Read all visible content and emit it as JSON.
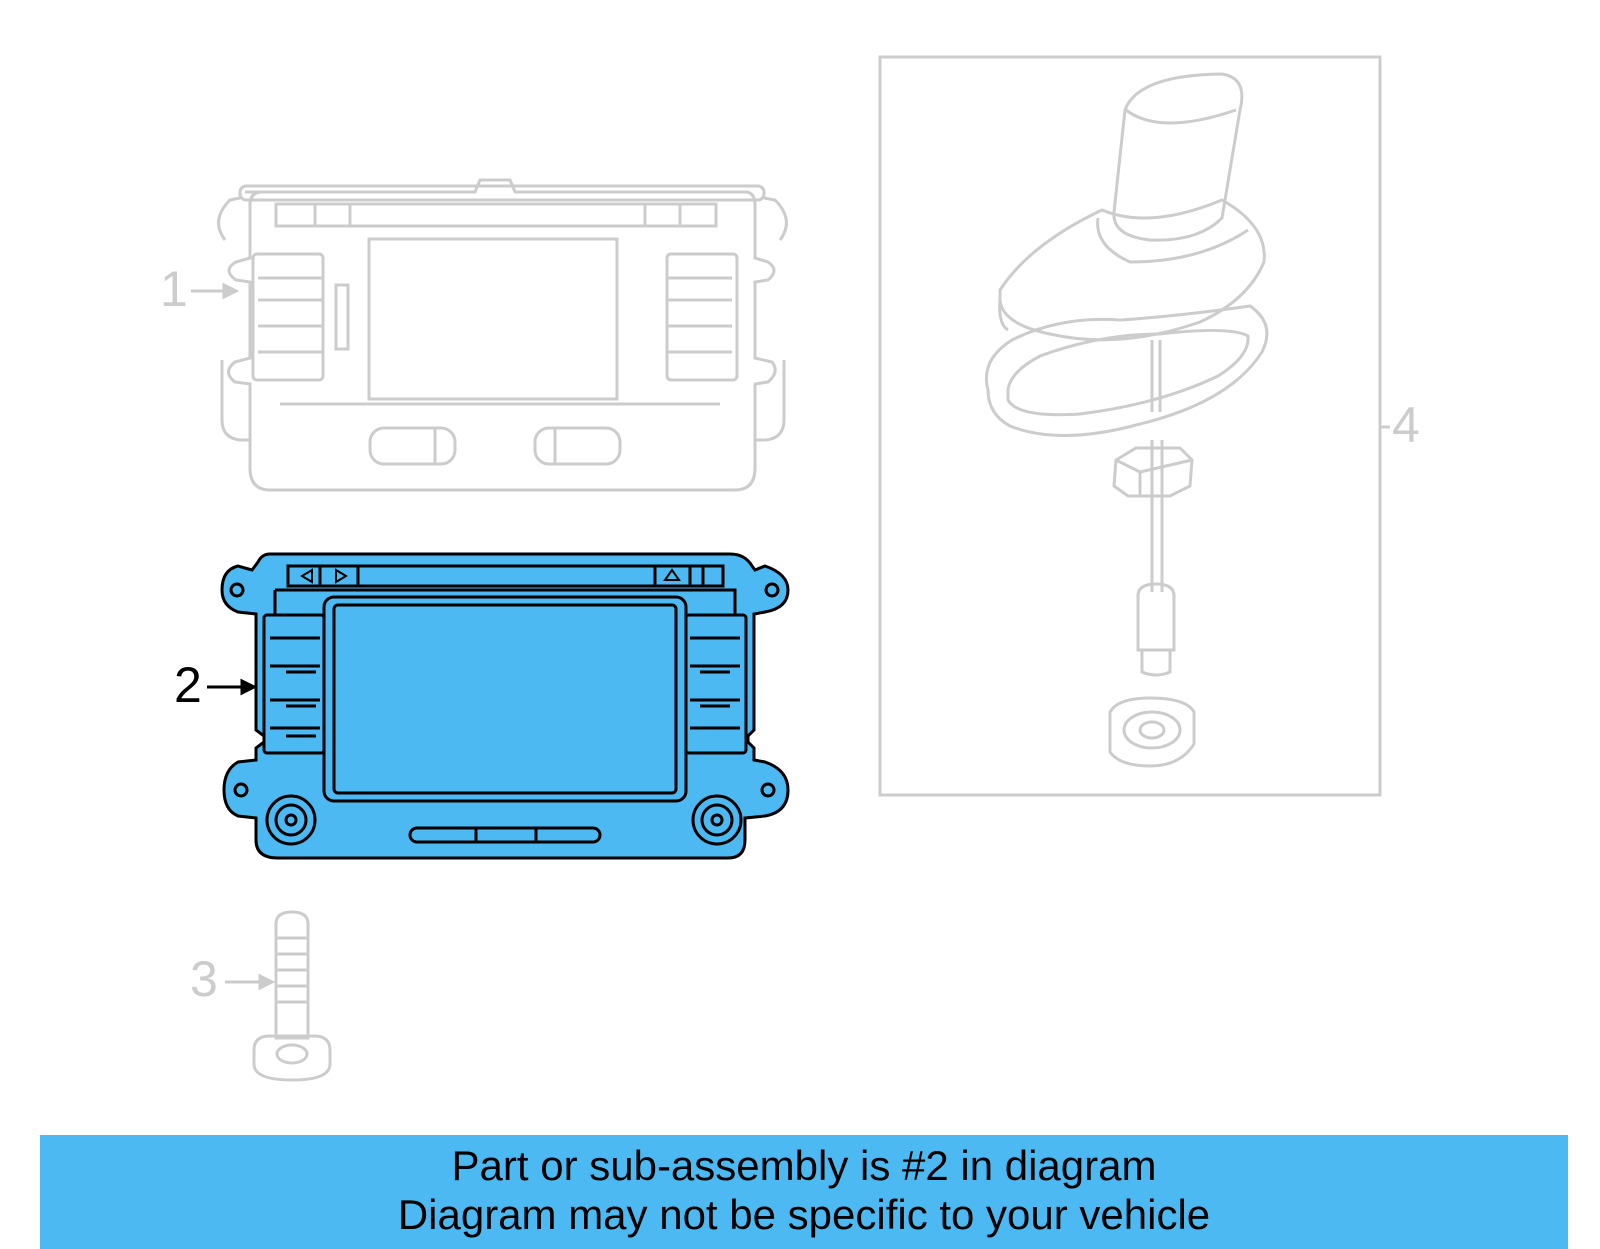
{
  "callouts": {
    "part1": "1",
    "part2": "2",
    "part3": "3",
    "part4": "4"
  },
  "banner": {
    "line1": "Part or sub-assembly is #2 in diagram",
    "line2": "Diagram may not be specific to your vehicle"
  },
  "colors": {
    "highlight": "#4cb9f2",
    "faded_line": "#cccccc",
    "active_line": "#000000"
  },
  "icons": {
    "left_arrow": "triangle-left",
    "right_arrow": "triangle-right",
    "eject": "eject"
  }
}
